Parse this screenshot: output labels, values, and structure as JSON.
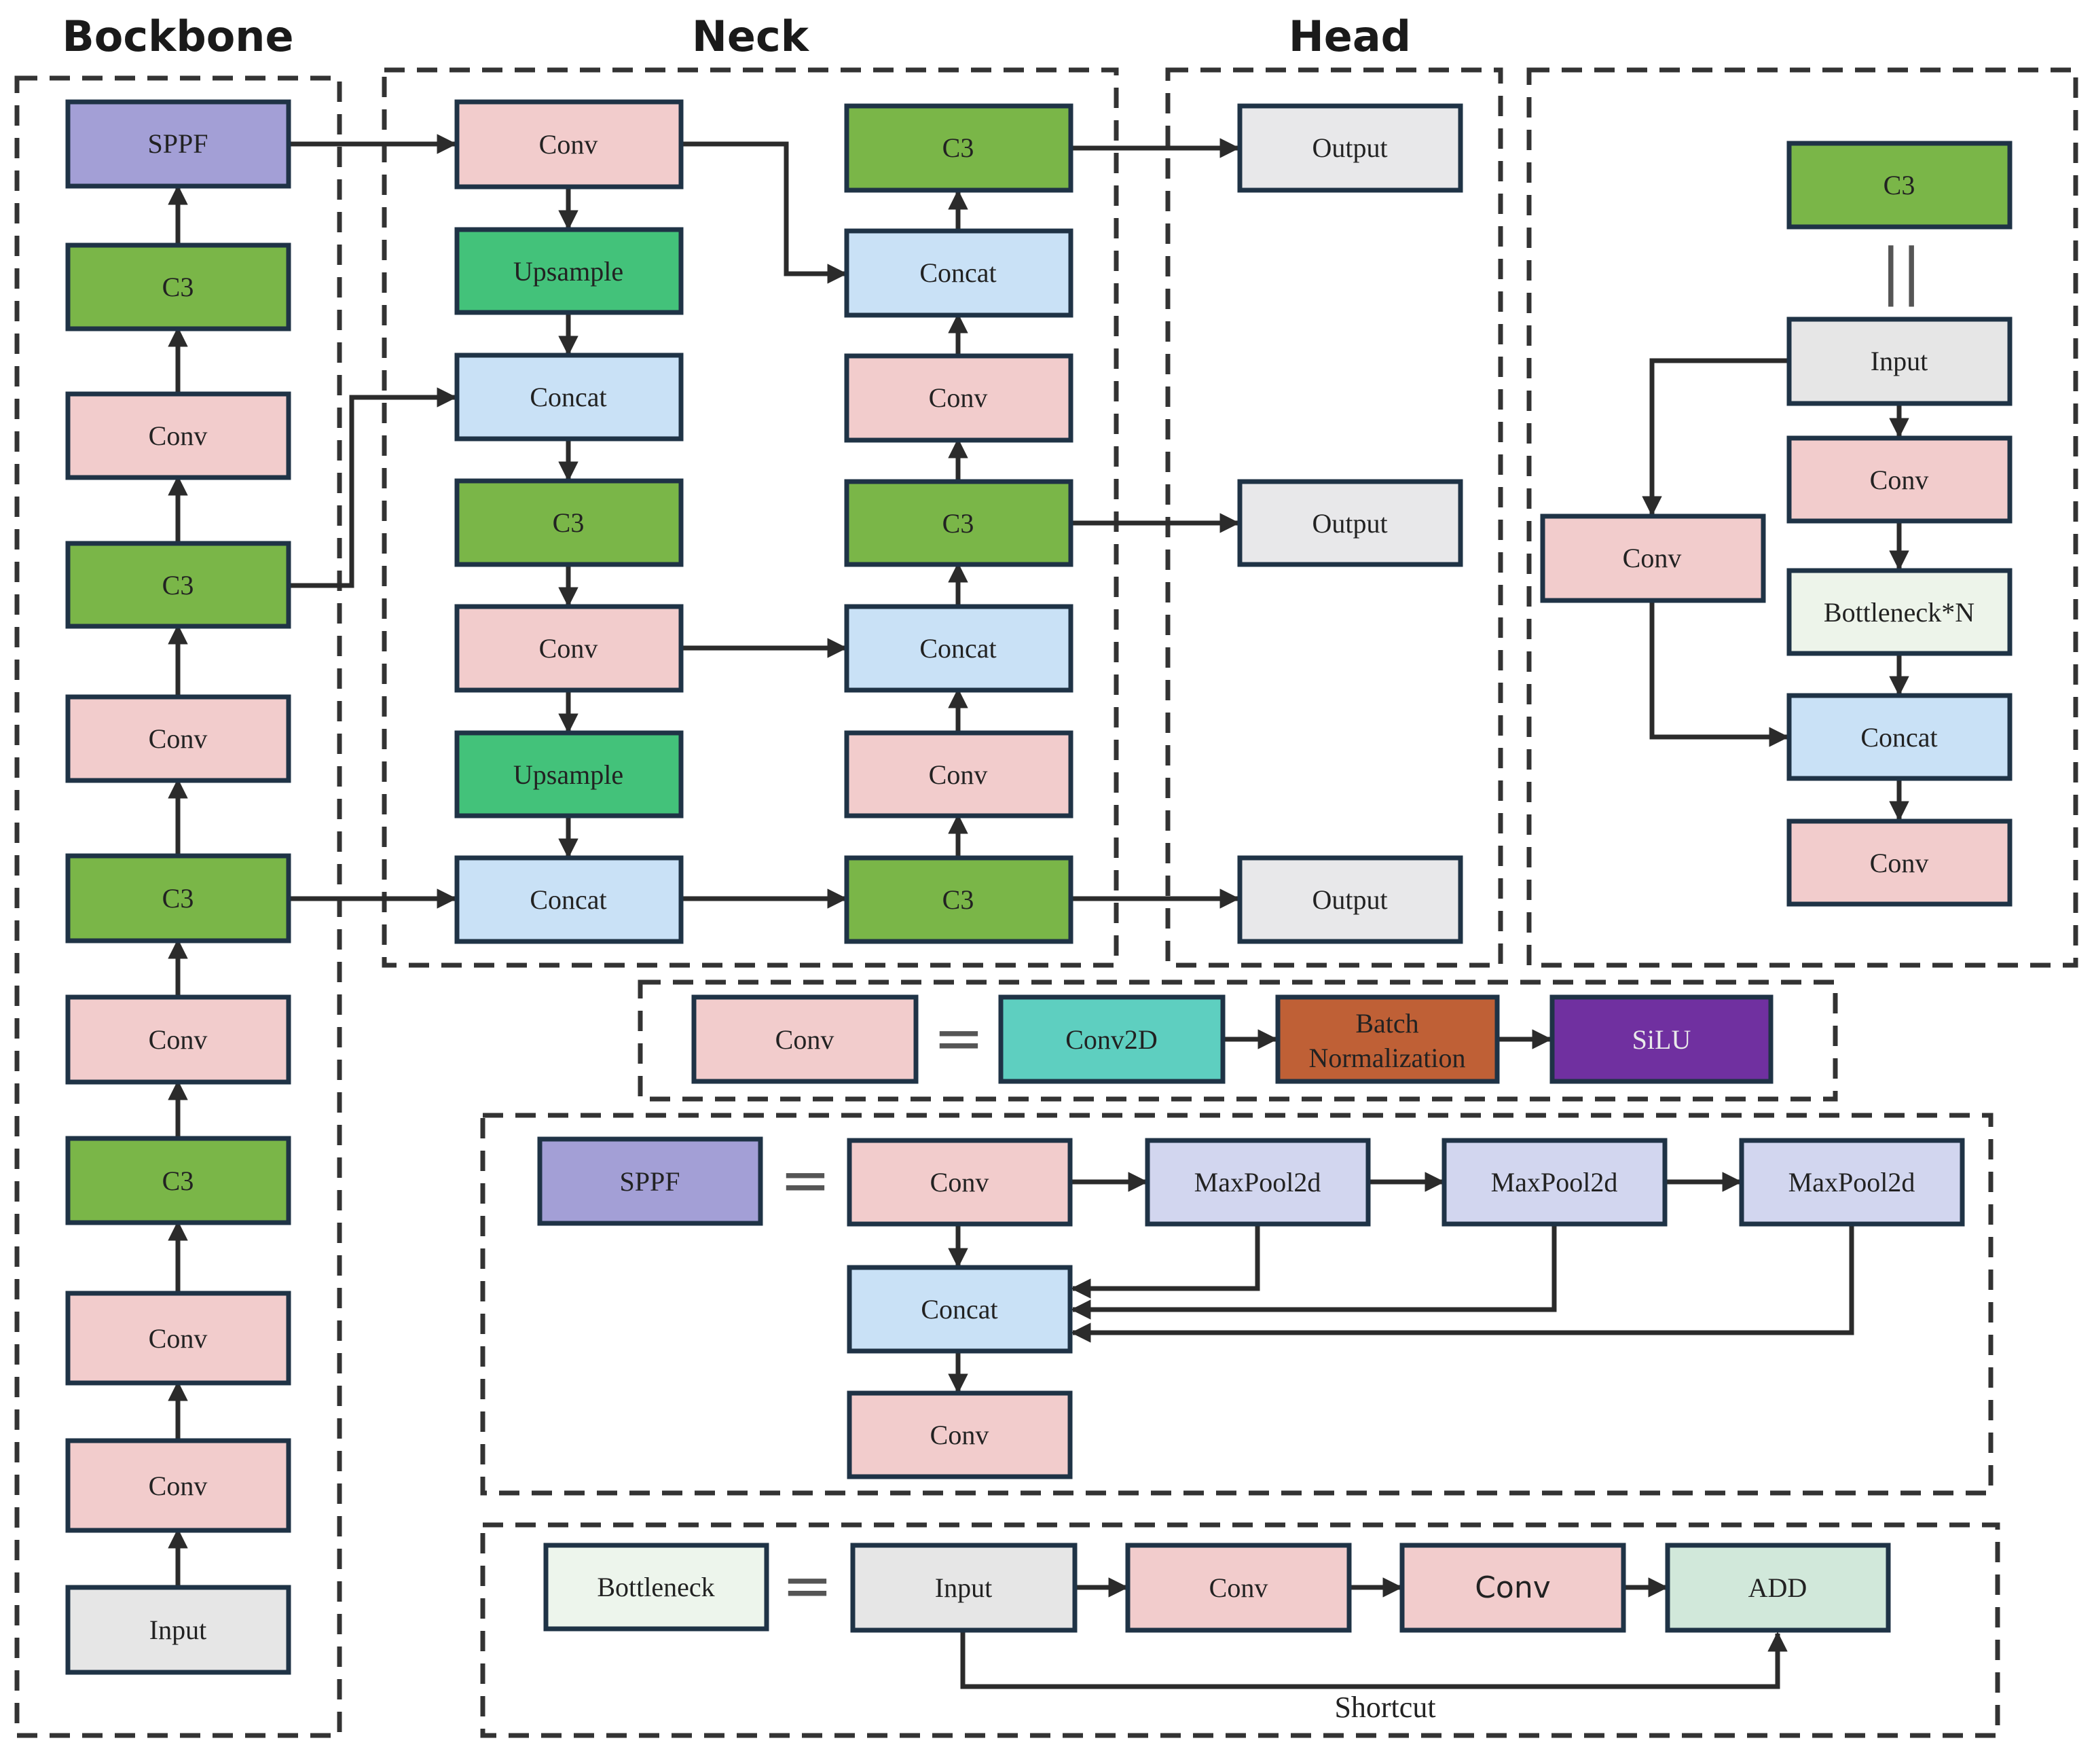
{
  "titles": {
    "backbone": "Bockbone",
    "neck": "Neck",
    "head": "Head"
  },
  "colors": {
    "conv": "#f2cccc",
    "c3": "#7ab648",
    "sppf": "#a39fd6",
    "upsample": "#43c27a",
    "concat": "#c9e1f6",
    "output": "#e8e8ea",
    "input": "#e6e6e6",
    "bottleneck_n": "#edf4ea",
    "conv2d": "#5ecfc0",
    "batchnorm": "#bf6036",
    "silu": "#7030a0",
    "maxpool": "#d2d6ef",
    "add": "#d1e8da",
    "bottleneck": "#edf5ec",
    "stroke": "#1f3346",
    "line": "#2b2b2b"
  },
  "backbone": [
    "SPPF",
    "C3",
    "Conv",
    "C3",
    "Conv",
    "C3",
    "Conv",
    "C3",
    "Conv",
    "Conv",
    "Input"
  ],
  "neck_left": [
    "Conv",
    "Upsample",
    "Concat",
    "C3",
    "Conv",
    "Upsample",
    "Concat"
  ],
  "neck_right": [
    "C3",
    "Concat",
    "Conv",
    "C3",
    "Concat",
    "Conv",
    "C3"
  ],
  "head": [
    "Output",
    "Output",
    "Output"
  ],
  "c3_detail": {
    "title": "C3",
    "eq": "||",
    "input": "Input",
    "side_conv": "Conv",
    "conv1": "Conv",
    "bottleneck_n": "Bottleneck*N",
    "concat": "Concat",
    "conv2": "Conv"
  },
  "conv_def": {
    "name": "Conv",
    "eq": "=",
    "conv2d": "Conv2D",
    "bn_line1": "Batch",
    "bn_line2": "Normalization",
    "silu": "SiLU"
  },
  "sppf_def": {
    "name": "SPPF",
    "eq": "=",
    "conv1": "Conv",
    "pool1": "MaxPool2d",
    "pool2": "MaxPool2d",
    "pool3": "MaxPool2d",
    "concat": "Concat",
    "conv2": "Conv"
  },
  "bottleneck_def": {
    "name": "Bottleneck",
    "eq": "=",
    "input": "Input",
    "conv1": "Conv",
    "conv2": "Conv",
    "add": "ADD",
    "shortcut": "Shortcut"
  }
}
